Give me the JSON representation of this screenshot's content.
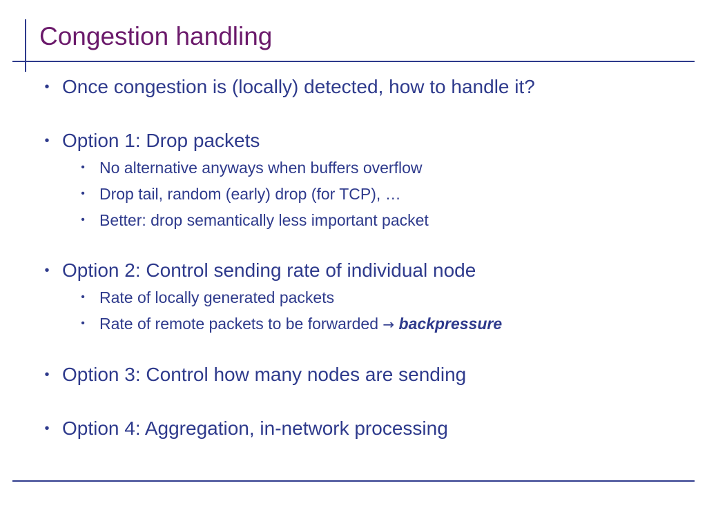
{
  "slide": {
    "title": "Congestion handling",
    "bullets": [
      {
        "text": "Once congestion is (locally) detected, how to handle it?",
        "sub": []
      },
      {
        "text": "Option 1: Drop packets",
        "sub": [
          "No alternative anyways when buffers overflow",
          "Drop tail, random (early) drop (for TCP), …",
          "Better: drop semantically less important packet"
        ]
      },
      {
        "text": "Option 2: Control sending rate of individual node",
        "sub": [
          "Rate of locally generated packets",
          {
            "text": "Rate of remote packets to be forwarded",
            "arrow": "→",
            "emphasis": "backpressure"
          }
        ]
      },
      {
        "text": "Option 3: Control how many nodes are sending",
        "sub": []
      },
      {
        "text": "Option 4: Aggregation, in-network processing",
        "sub": []
      }
    ],
    "bullet_glyph": "•",
    "colors": {
      "title": "#6b1a6b",
      "text": "#2e3a8c",
      "rule": "#2e3a8c"
    }
  }
}
